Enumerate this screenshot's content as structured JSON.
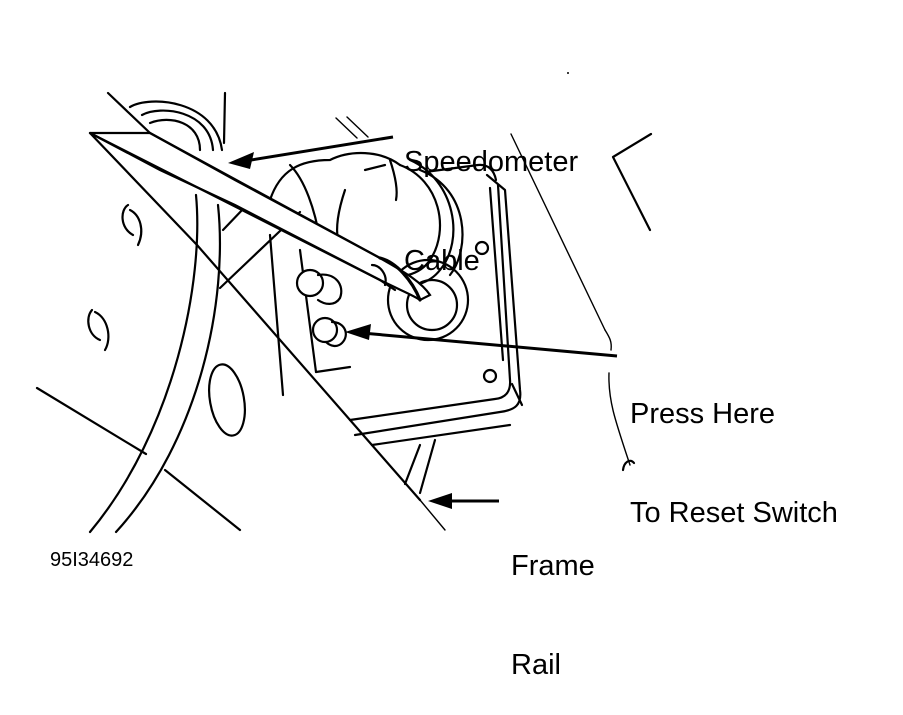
{
  "diagram": {
    "subject": "Speedometer cable and reset switch on frame rail",
    "colors": {
      "line": "#000000",
      "background": "#ffffff"
    },
    "callouts": [
      {
        "id": "speedometer-cable",
        "line1": "Speedometer",
        "line2": "Cable",
        "points_to": "speedometer cable"
      },
      {
        "id": "reset-switch",
        "line1": "Press Here",
        "line2": "To Reset Switch",
        "points_to": "reset switch button"
      },
      {
        "id": "frame-rail",
        "line1": "Frame",
        "line2": "Rail",
        "points_to": "frame rail"
      }
    ],
    "figure_id": "95I34692"
  }
}
